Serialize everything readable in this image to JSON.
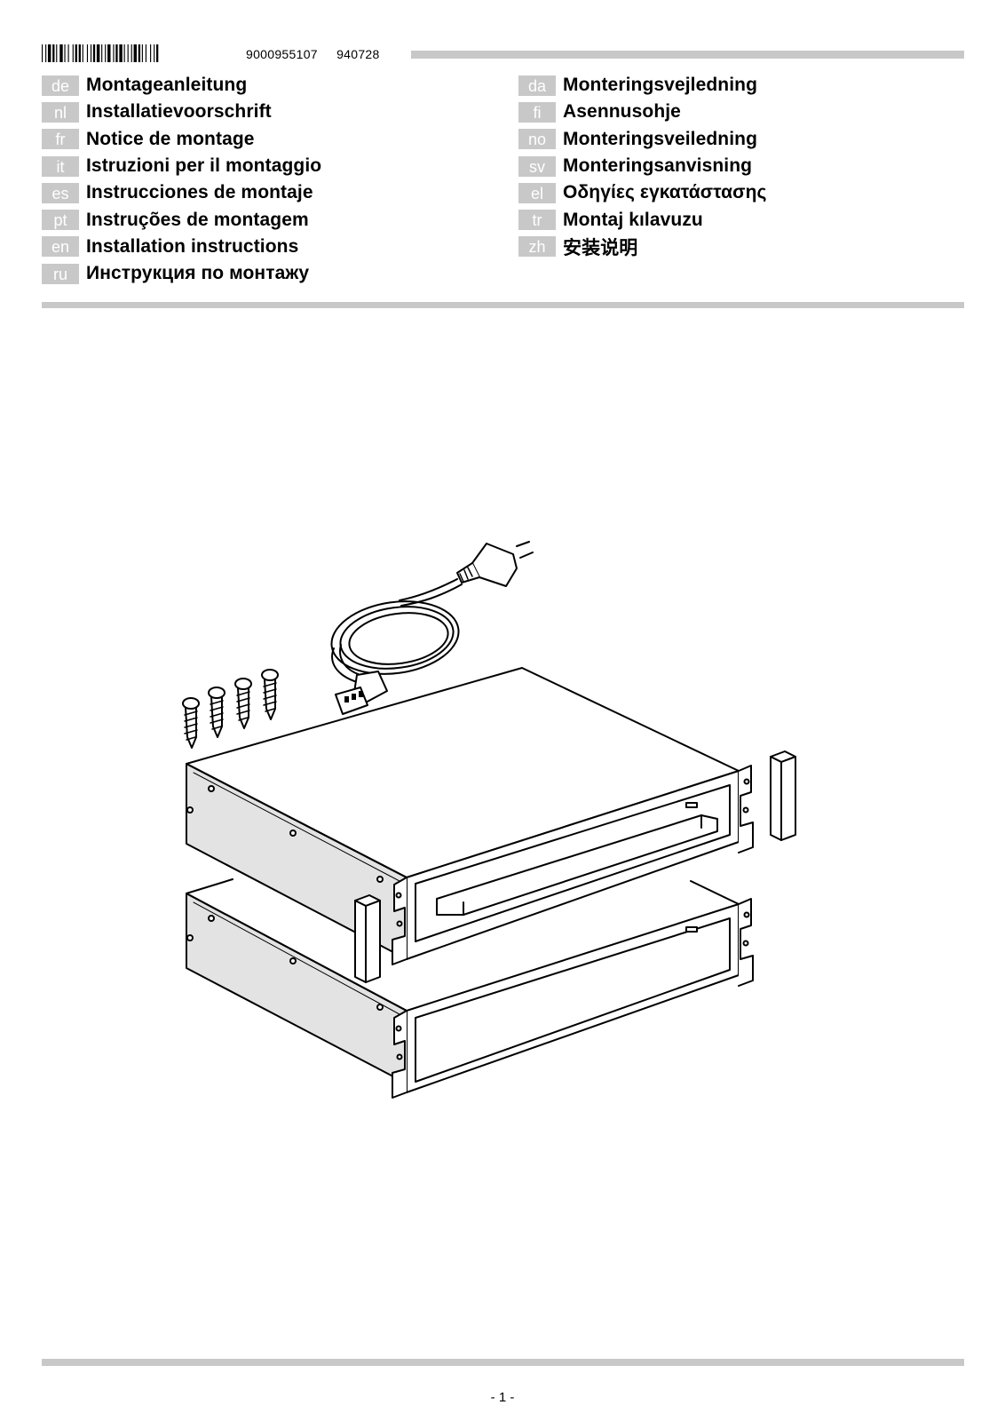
{
  "document": {
    "part_number": "9000955107",
    "revision": "940728",
    "page_label": "- 1 -"
  },
  "languages_left": [
    {
      "code": "de",
      "title": "Montageanleitung"
    },
    {
      "code": "nl",
      "title": "Installatievoorschrift"
    },
    {
      "code": "fr",
      "title": "Notice de montage"
    },
    {
      "code": "it",
      "title": "Istruzioni per il montaggio"
    },
    {
      "code": "es",
      "title": "Instrucciones de montaje"
    },
    {
      "code": "pt",
      "title": "Instruções de montagem"
    },
    {
      "code": "en",
      "title": "Installation instructions"
    },
    {
      "code": "ru",
      "title": "Инструкция по монтажу"
    }
  ],
  "languages_right": [
    {
      "code": "da",
      "title": "Monteringsvejledning"
    },
    {
      "code": "fi",
      "title": "Asennusohje"
    },
    {
      "code": "no",
      "title": "Monteringsveiledning"
    },
    {
      "code": "sv",
      "title": "Monteringsanvisning"
    },
    {
      "code": "el",
      "title": "Οδηγίες εγκατάστασης"
    },
    {
      "code": "tr",
      "title": "Montaj kılavuzu"
    },
    {
      "code": "zh",
      "title": "安装说明"
    }
  ],
  "illustration": {
    "parts": [
      "power-cord",
      "screws",
      "warming-drawer",
      "base-unit",
      "spacer-blocks"
    ]
  },
  "colors": {
    "rule_gray": "#c8c8c8",
    "code_badge_bg": "#c8c8c8",
    "code_badge_text": "#ffffff",
    "panel_shade": "#e3e3e3"
  }
}
